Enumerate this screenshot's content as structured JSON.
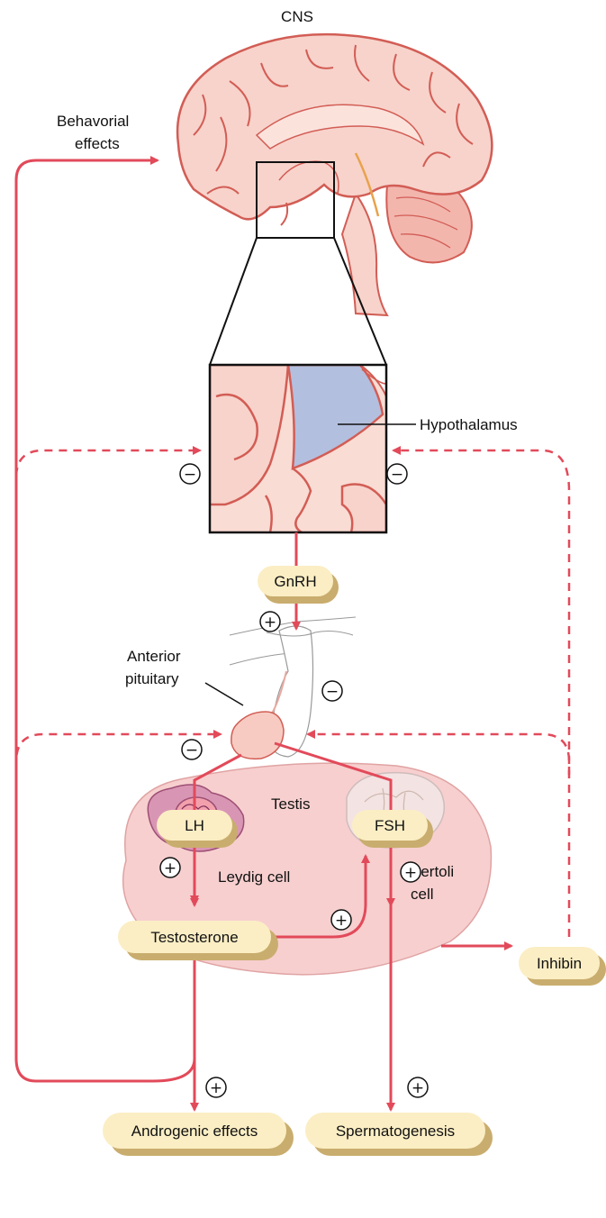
{
  "labels": {
    "cns": "CNS",
    "behavioral_line1": "Behavorial",
    "behavioral_line2": "effects",
    "hypothalamus": "Hypothalamus",
    "anterior_line1": "Anterior",
    "anterior_line2": "pituitary",
    "testis": "Testis",
    "leydig": "Leydig cell",
    "sertoli_line1": "Sertoli",
    "sertoli_line2": "cell"
  },
  "hormones": {
    "gnrh": "GnRH",
    "lh": "LH",
    "fsh": "FSH",
    "testosterone": "Testosterone",
    "inhibin": "Inhibin"
  },
  "outcomes": {
    "androgenic": "Androgenic effects",
    "spermatogenesis": "Spermatogenesis"
  },
  "signs": {
    "plus": "+",
    "minus": "−"
  },
  "colors": {
    "arrow": "#e24a5a",
    "brain_fill": "#f7d3cb",
    "brain_outline": "#d25d55",
    "pill_fill": "#fbeec4",
    "pill_shadow": "#c9ad6e",
    "testis_fill": "#f7cfcf",
    "hypothalamus_fill": "#b3bfde"
  }
}
